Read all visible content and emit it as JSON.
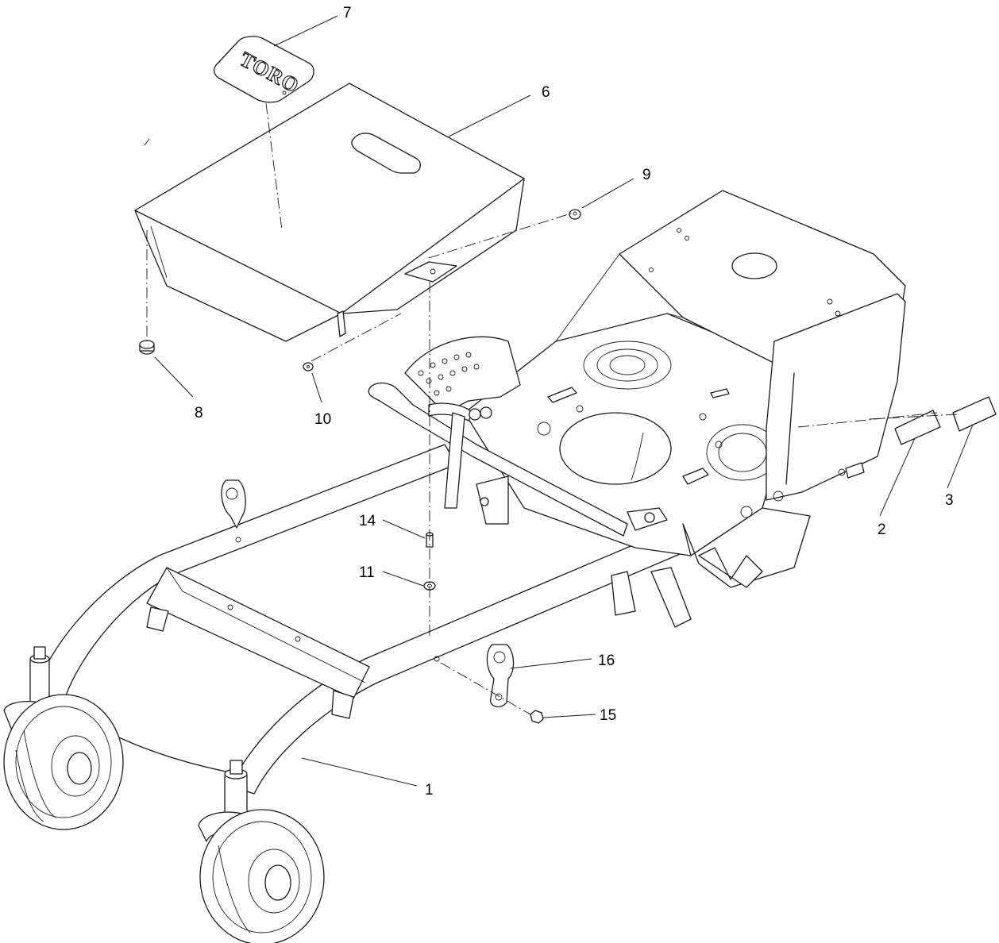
{
  "callouts": {
    "c1": "1",
    "c2": "2",
    "c3": "3",
    "c6": "6",
    "c7": "7",
    "c8": "8",
    "c9": "9",
    "c10": "10",
    "c11": "11",
    "c14": "14",
    "c15": "15",
    "c16": "16"
  },
  "decal_logo_text": "TORO"
}
